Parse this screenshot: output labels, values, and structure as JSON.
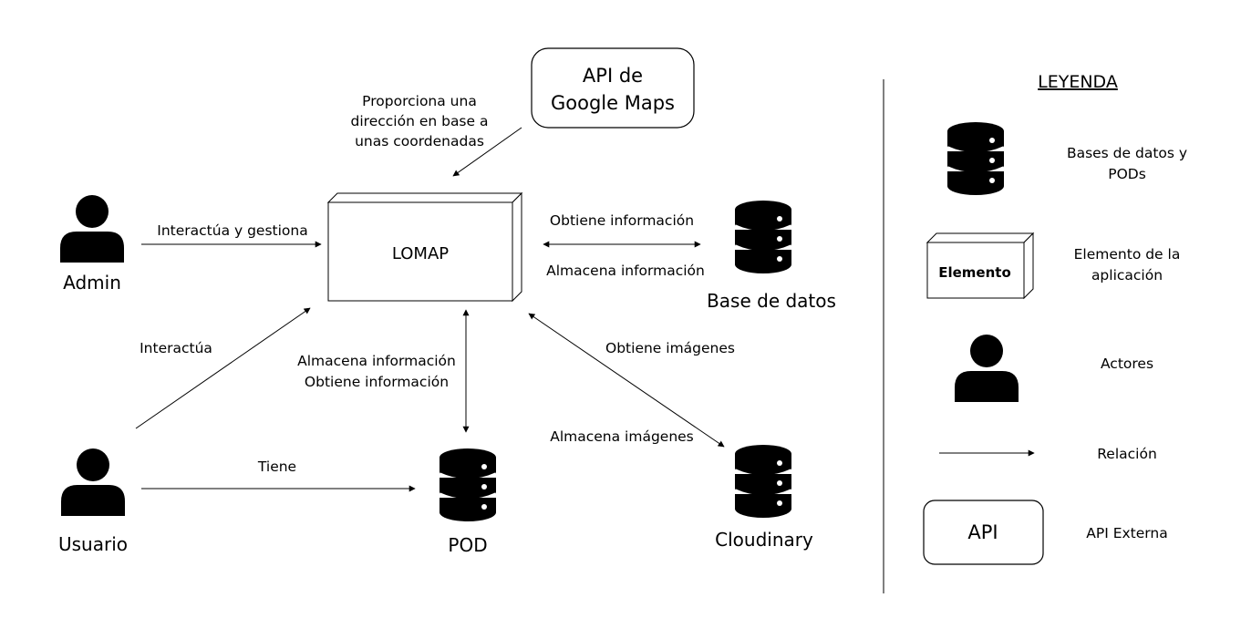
{
  "diagram": {
    "nodes": {
      "lomap": "LOMAP",
      "google_maps_api_line1": "API de",
      "google_maps_api_line2": "Google Maps",
      "admin": "Admin",
      "usuario": "Usuario",
      "base_de_datos": "Base de datos",
      "pod": "POD",
      "cloudinary": "Cloudinary"
    },
    "edges": {
      "google_line1": "Proporciona una",
      "google_line2": "dirección en base a",
      "google_line3": "unas coordenadas",
      "admin_lomap": "Interactúa y gestiona",
      "usuario_lomap": "Interactúa",
      "usuario_pod": "Tiene",
      "lomap_pod_line1": "Almacena información",
      "lomap_pod_line2": "Obtiene información",
      "lomap_db_top": "Obtiene información",
      "lomap_db_bottom": "Almacena información",
      "lomap_cloudinary_top": "Obtiene imágenes",
      "lomap_cloudinary_bottom": "Almacena imágenes"
    }
  },
  "legend": {
    "title": "LEYENDA",
    "db_line1": "Bases de datos y",
    "db_line2": "PODs",
    "element_box": "Elemento",
    "element_line1": "Elemento de la",
    "element_line2": "aplicación",
    "actors": "Actores",
    "relation": "Relación",
    "api_box": "API",
    "api_label": "API Externa"
  }
}
